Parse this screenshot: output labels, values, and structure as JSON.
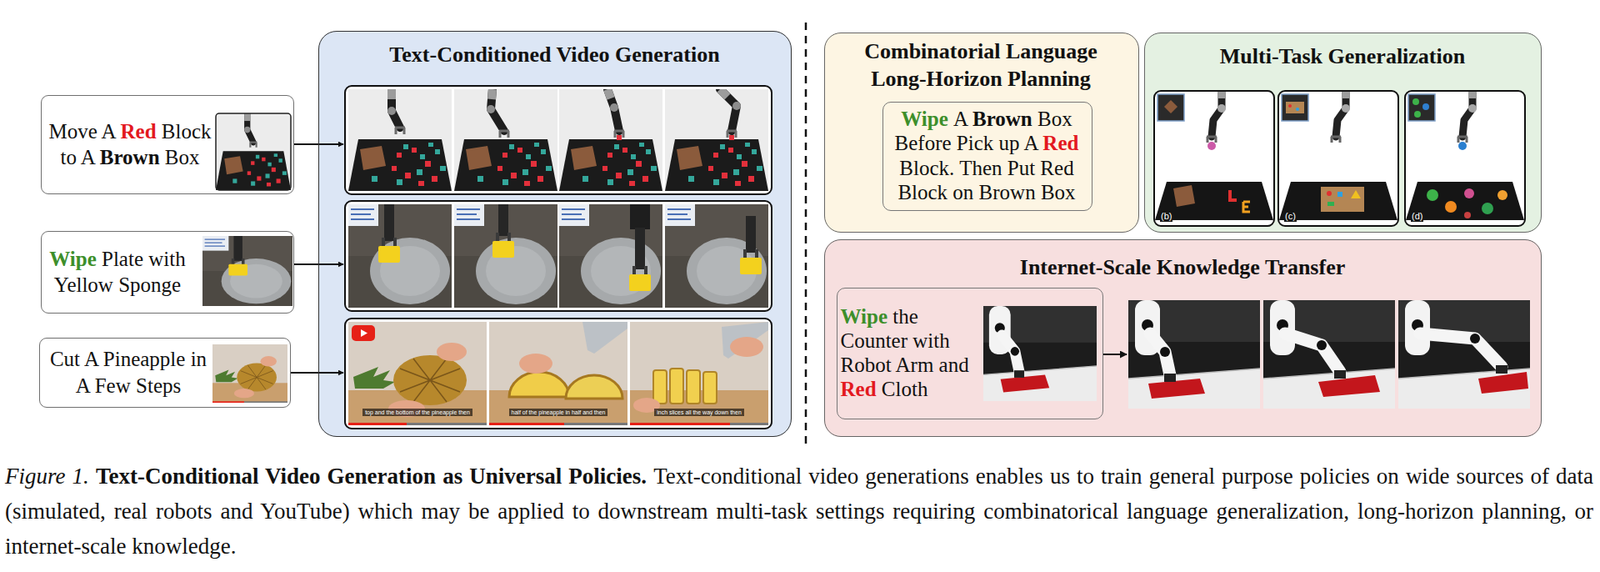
{
  "diagram": {
    "caption": "Figure 1. Text-Conditional Video Generation as Universal Policies. Text-conditional video generations enables us to train general purpose policies on wide sources of data (simulated, real robots and YouTube) which may be applied to downstream multi-task settings requiring combinatorical language generalization, long-horizon planning, or internet-scale knowledge.",
    "nodes": [
      {
        "text": [
          "Move A Red Block to A Brown Box"
        ]
      },
      {
        "text": [
          "Wipe Plate with Yellow Sponge"
        ]
      },
      {
        "text": [
          "Cut A Pineapple in A Few Steps"
        ]
      },
      {
        "text": [
          "Text-Conditioned Video Generation"
        ]
      },
      {
        "text": [
          "Combinatorial Language Long-Horizon Planning"
        ]
      },
      {
        "text": [
          "Wipe A Brown Box Before Pick up A Red Block. Then Put Red Block on Brown Box"
        ],
        "in": 4
      },
      {
        "text": [
          "Multi-Task Generalization"
        ]
      },
      {
        "text": [
          "Internet-Scale Knowledge Transfer"
        ]
      },
      {
        "text": [
          "Wipe the Counter with Robot Arm and Red Cloth"
        ],
        "in": 7
      }
    ],
    "labels": [
      "top and the bottom of the pineapple then",
      "half of the pineapple in half and then",
      "inch slices all the way down then",
      "(b)",
      "(c)",
      "(d)"
    ]
  }
}
